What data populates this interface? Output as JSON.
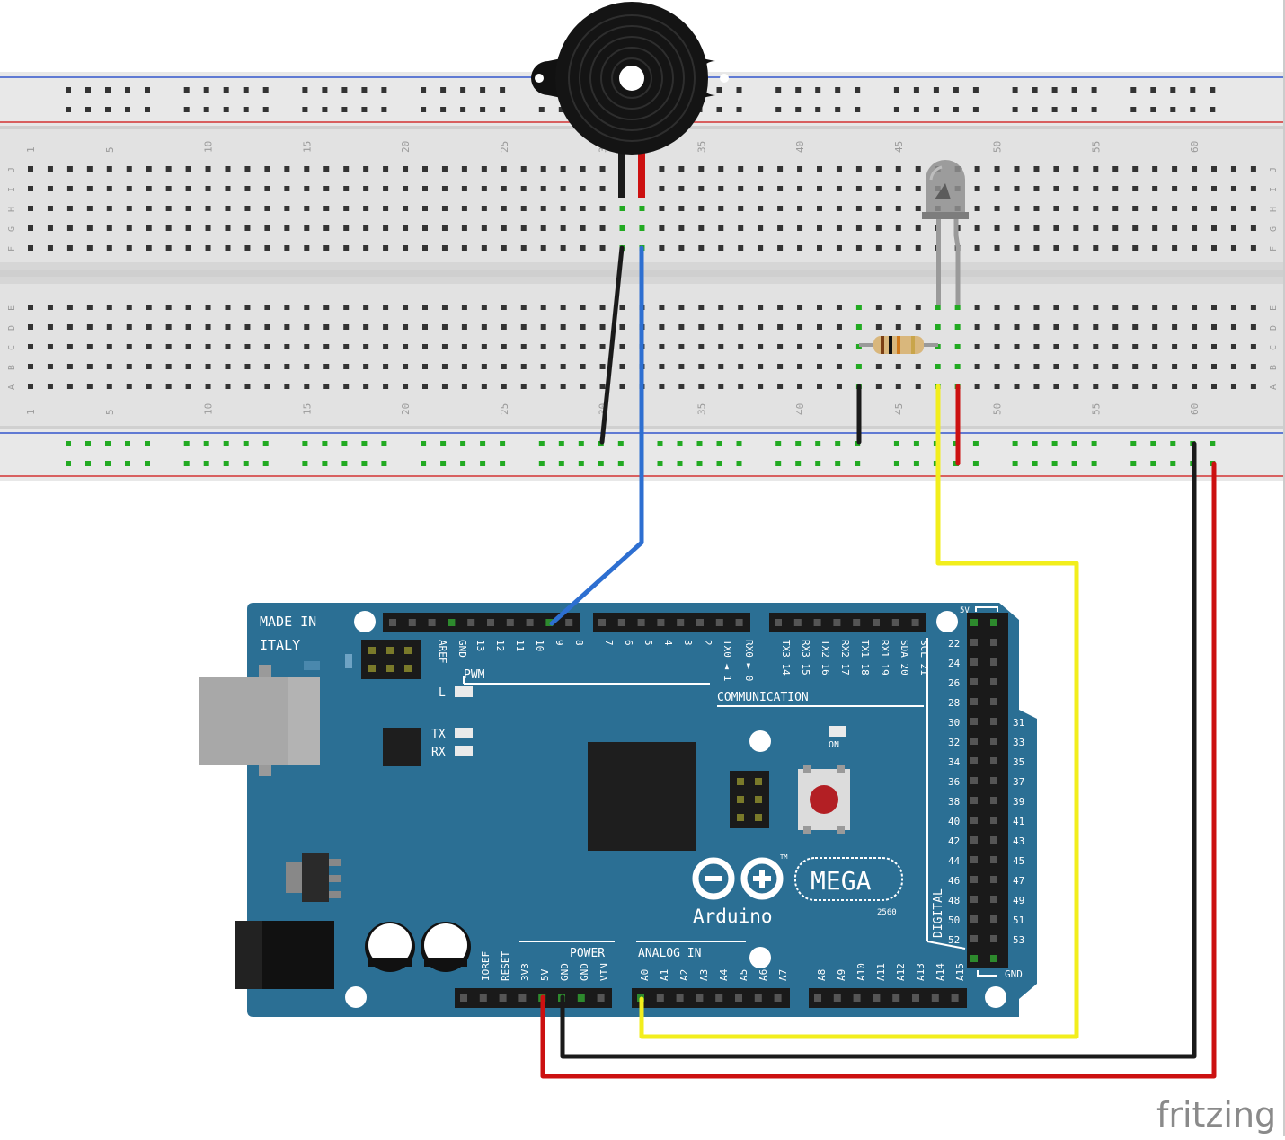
{
  "breadboard": {
    "top_numbers": [
      "1",
      "5",
      "10",
      "15",
      "20",
      "25",
      "30",
      "35",
      "40",
      "45",
      "50",
      "55",
      "60"
    ],
    "bottom_numbers": [
      "1",
      "5",
      "10",
      "15",
      "20",
      "25",
      "30",
      "35",
      "40",
      "45",
      "50",
      "55",
      "60"
    ],
    "upper_row_letters": [
      "J",
      "I",
      "H",
      "G",
      "F"
    ],
    "lower_row_letters": [
      "E",
      "D",
      "C",
      "B",
      "A"
    ]
  },
  "board": {
    "made_in_line1": "MADE IN",
    "made_in_line2": "ITALY",
    "top_header_labels": [
      "AREF",
      "GND",
      "13",
      "12",
      "11",
      "10",
      "9",
      "8",
      "7",
      "6",
      "5",
      "4",
      "3",
      "2",
      "TX0 ◄ 1",
      "RX0 ► 0",
      "TX3 14",
      "RX3 15",
      "TX2 16",
      "RX2 17",
      "TX1 18",
      "RX1 19",
      "SDA 20",
      "SCL 21"
    ],
    "pwm_label": "PWM",
    "communication_label": "COMMUNICATION",
    "l_led_label": "L",
    "tx_label": "TX",
    "rx_label": "RX",
    "on_label": "ON",
    "logo_text": "Arduino",
    "model_label": "MEGA",
    "model_number": "2560",
    "tm_mark": "TM",
    "power_label": "POWER",
    "analog_label": "ANALOG IN",
    "digital_label": "DIGITAL",
    "power_pins": [
      "IOREF",
      "RESET",
      "3V3",
      "5V",
      "GND",
      "GND",
      "VIN"
    ],
    "analog_pins": [
      "A0",
      "A1",
      "A2",
      "A3",
      "A4",
      "A5",
      "A6",
      "A7",
      "A8",
      "A9",
      "A10",
      "A11",
      "A12",
      "A13",
      "A14",
      "A15"
    ],
    "digital_left_pins": [
      "22",
      "24",
      "26",
      "28",
      "30",
      "32",
      "34",
      "36",
      "38",
      "40",
      "42",
      "44",
      "46",
      "48",
      "50",
      "52"
    ],
    "digital_right_pins": [
      "31",
      "33",
      "35",
      "37",
      "39",
      "41",
      "43",
      "45",
      "47",
      "49",
      "51",
      "53"
    ],
    "five_v_label": "5V",
    "gnd_label": "GND"
  },
  "watermark": "fritzing",
  "colors": {
    "board": "#2b6f94",
    "breadboard": "#e6e6e6",
    "wire_black": "#1a1a1a",
    "wire_red": "#cc1111",
    "wire_blue": "#2d6fd1",
    "wire_yellow": "#f2ee1c",
    "rail_red": "#d23333",
    "rail_blue": "#3355cc"
  }
}
